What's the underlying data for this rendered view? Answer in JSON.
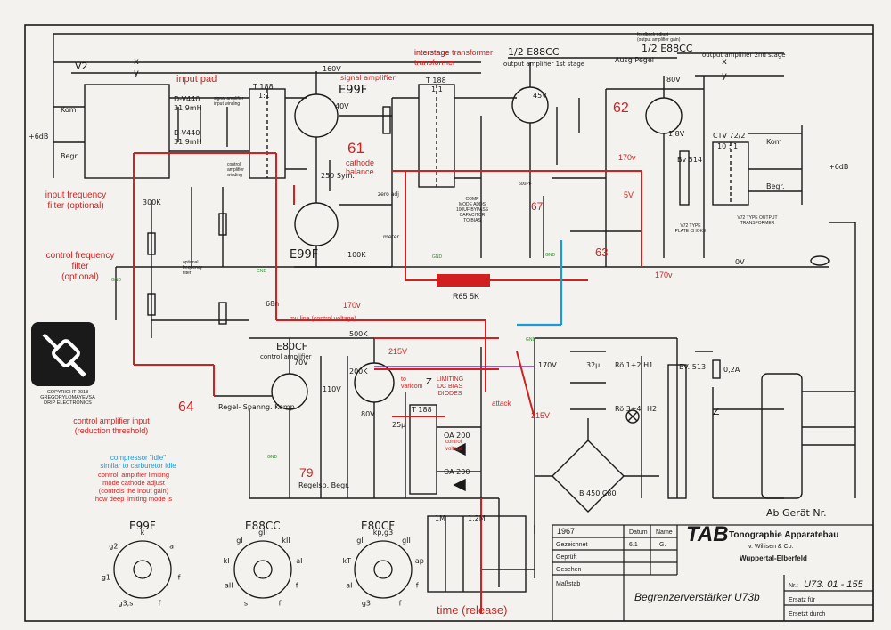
{
  "tubes_top": {
    "e99f_signal_title": "signal amplifier",
    "e99f_top": "E99F",
    "e99f_bottom": "E99F",
    "e88cc_1": "1/2 E88CC",
    "e88cc_1_sub": "output amplifier 1st stage",
    "e88cc_2": "1/2 E88CC",
    "e88cc_2_sub": "output amplifier 2nd stage",
    "e80cf": "E80CF",
    "e80cf_sub": "control amplifier"
  },
  "red_labels": {
    "input_pad": "input pad",
    "input_freq_filter": "input frequency\nfilter (optional)",
    "control_freq_filter": "control frequency\nfilter\n(optional)",
    "cathode_balance_num": "61",
    "cathode_balance": "cathode\nbalance",
    "interstage": "interstage\ntransformer",
    "num_62": "62",
    "num_63": "63",
    "num_67": "67",
    "num_64": "64",
    "num_79": "79",
    "v170_a": "170v",
    "v170_b": "170v",
    "v170_c": "170v",
    "v215_a": "215V",
    "v215_b": "215V",
    "v5": "5V",
    "r65": "R65 5K",
    "attack": "attack",
    "time_release": "time (release)",
    "control_amp_input": "control amplifier input\n(reduction threshold)",
    "controll_limiting": "controll amplifier limiting\nmode cathode adjust\n(controls the input gain)\nhow deep limiting mode is",
    "limiting_diodes": "LIMITING\nDC BIAS\nDIODES",
    "to_varicom": "to\nvaricom",
    "control_voltage": "control\nvoltage",
    "mu_line": "mu line (control voltage)"
  },
  "blue_labels": {
    "compressor_idle": "compressor \"idle\"\nsimilar to carburetor idle"
  },
  "schematic_text": {
    "v2": "V2",
    "kom": "Kom",
    "begr": "Begr.",
    "plus6db_left": "+6dB",
    "plus6db_right": "+6dB",
    "d_v440_a": "D-V440",
    "d_v440_a_val": "31,9mH",
    "d_v440_b": "D-V440",
    "d_v440_b_val": "31,9mH",
    "t188_a": "T 188",
    "t188_a_ratio": "1:1",
    "t188_b": "T 188",
    "t188_b_ratio": "1:1",
    "t188_c": "T 188",
    "ctv": "CTV 72/2",
    "ctv_ratio": "10 : 1",
    "v160": "160V",
    "v40": "40V",
    "v45": "45V",
    "v80": "80V",
    "v1_8": "1,8V",
    "v70": "70V",
    "v110": "110V",
    "v80b": "80V",
    "v170": "170V",
    "v0": "0V",
    "r_250sym": "250\nSym.",
    "r_300k": "300K",
    "r_100k": "100K",
    "r_500k": "500K",
    "r_200k": "200K",
    "r_1m": "1M",
    "r_12m": "1,2M",
    "c_68n": "68n",
    "c_25u": "25μ",
    "c_32u": "32μ",
    "bv514": "Bv\n514",
    "bv513": "BV. 513",
    "rö12": "Rö 1+2 H1",
    "rö34": "Rö 3+4",
    "h2": "H2",
    "b450": "B 450 C80",
    "oa200a": "OA 200",
    "oa200b": "OA 200",
    "fuse": "0,2A",
    "regel": "Regel-\nSpanng.\nKomp.",
    "regelsp": "Regelsp.\nBegr.",
    "ausg": "Ausg\nPegel",
    "zero_adj": "zero adj",
    "meter": "meter",
    "ab_gerat": "Ab Gerät Nr.",
    "x_top": "x",
    "y_top": "y",
    "x_right": "x",
    "y_right": "y",
    "z": "Z",
    "z2": "Z"
  },
  "small_notes": {
    "signal_amp_winding": "signal amplifier\ninput winding",
    "control_amp_winding": "control\namplifier\nwinding",
    "optional_freq_filter": "optional\nfrequency\nfilter",
    "comp_mode": "COMP\nMODE ADDS\n100UF BYPASS\nCAPACITOR\nTO BIAS",
    "feedback_adjust": "feedback adjust\n(output amplifier gain)",
    "v72_choke": "V72 TYPE\nPLATE CHOKE",
    "v72_output": "V72 TYPE OUTPUT\nTRANSFORMER",
    "c500pf": "500PF"
  },
  "copyright": "COPYRIGHT 2018\nGREGORYLOMAYEVSA\nDRIP ELECTRONICS",
  "tube_diagrams": [
    {
      "name": "E99F",
      "pins": [
        "g3,s",
        "g1",
        "g2",
        "k",
        "a",
        "f",
        "f"
      ]
    },
    {
      "name": "E88CC",
      "pins": [
        "s",
        "aII",
        "kI",
        "gI",
        "gII",
        "kII",
        "aI",
        "f",
        "f"
      ]
    },
    {
      "name": "E80CF",
      "pins": [
        "g3",
        "aI",
        "kT",
        "gI",
        "kp,g3",
        "gII",
        "ap",
        "f",
        "f"
      ]
    }
  ],
  "title_block": {
    "year": "1967",
    "datum_label": "Datum",
    "name_label": "Name",
    "gezeichnet": "Gezeichnet",
    "gezeichnet_date": "6.1",
    "gezeichnet_sig": "G.",
    "gepruft": "Geprüft",
    "gesehen": "Gesehen",
    "massstab": "Maßstab",
    "company": "Tonographie Apparatebau",
    "company_sub": "v. Willisen & Co.",
    "city": "Wuppertal-Elberfeld",
    "title": "Begrenzerverstärker U73b",
    "number_label": "Nr.:",
    "number": "U73. 01 - 155",
    "ersatz_fur": "Ersatz für",
    "ersatz_durch": "Ersetzt durch",
    "logo": "TAB"
  },
  "colors": {
    "ink": "#1a1a1a",
    "red": "#d22020",
    "blue": "#1a9ad6",
    "green": "#2a8a2a",
    "paper": "#f4f2ee"
  }
}
